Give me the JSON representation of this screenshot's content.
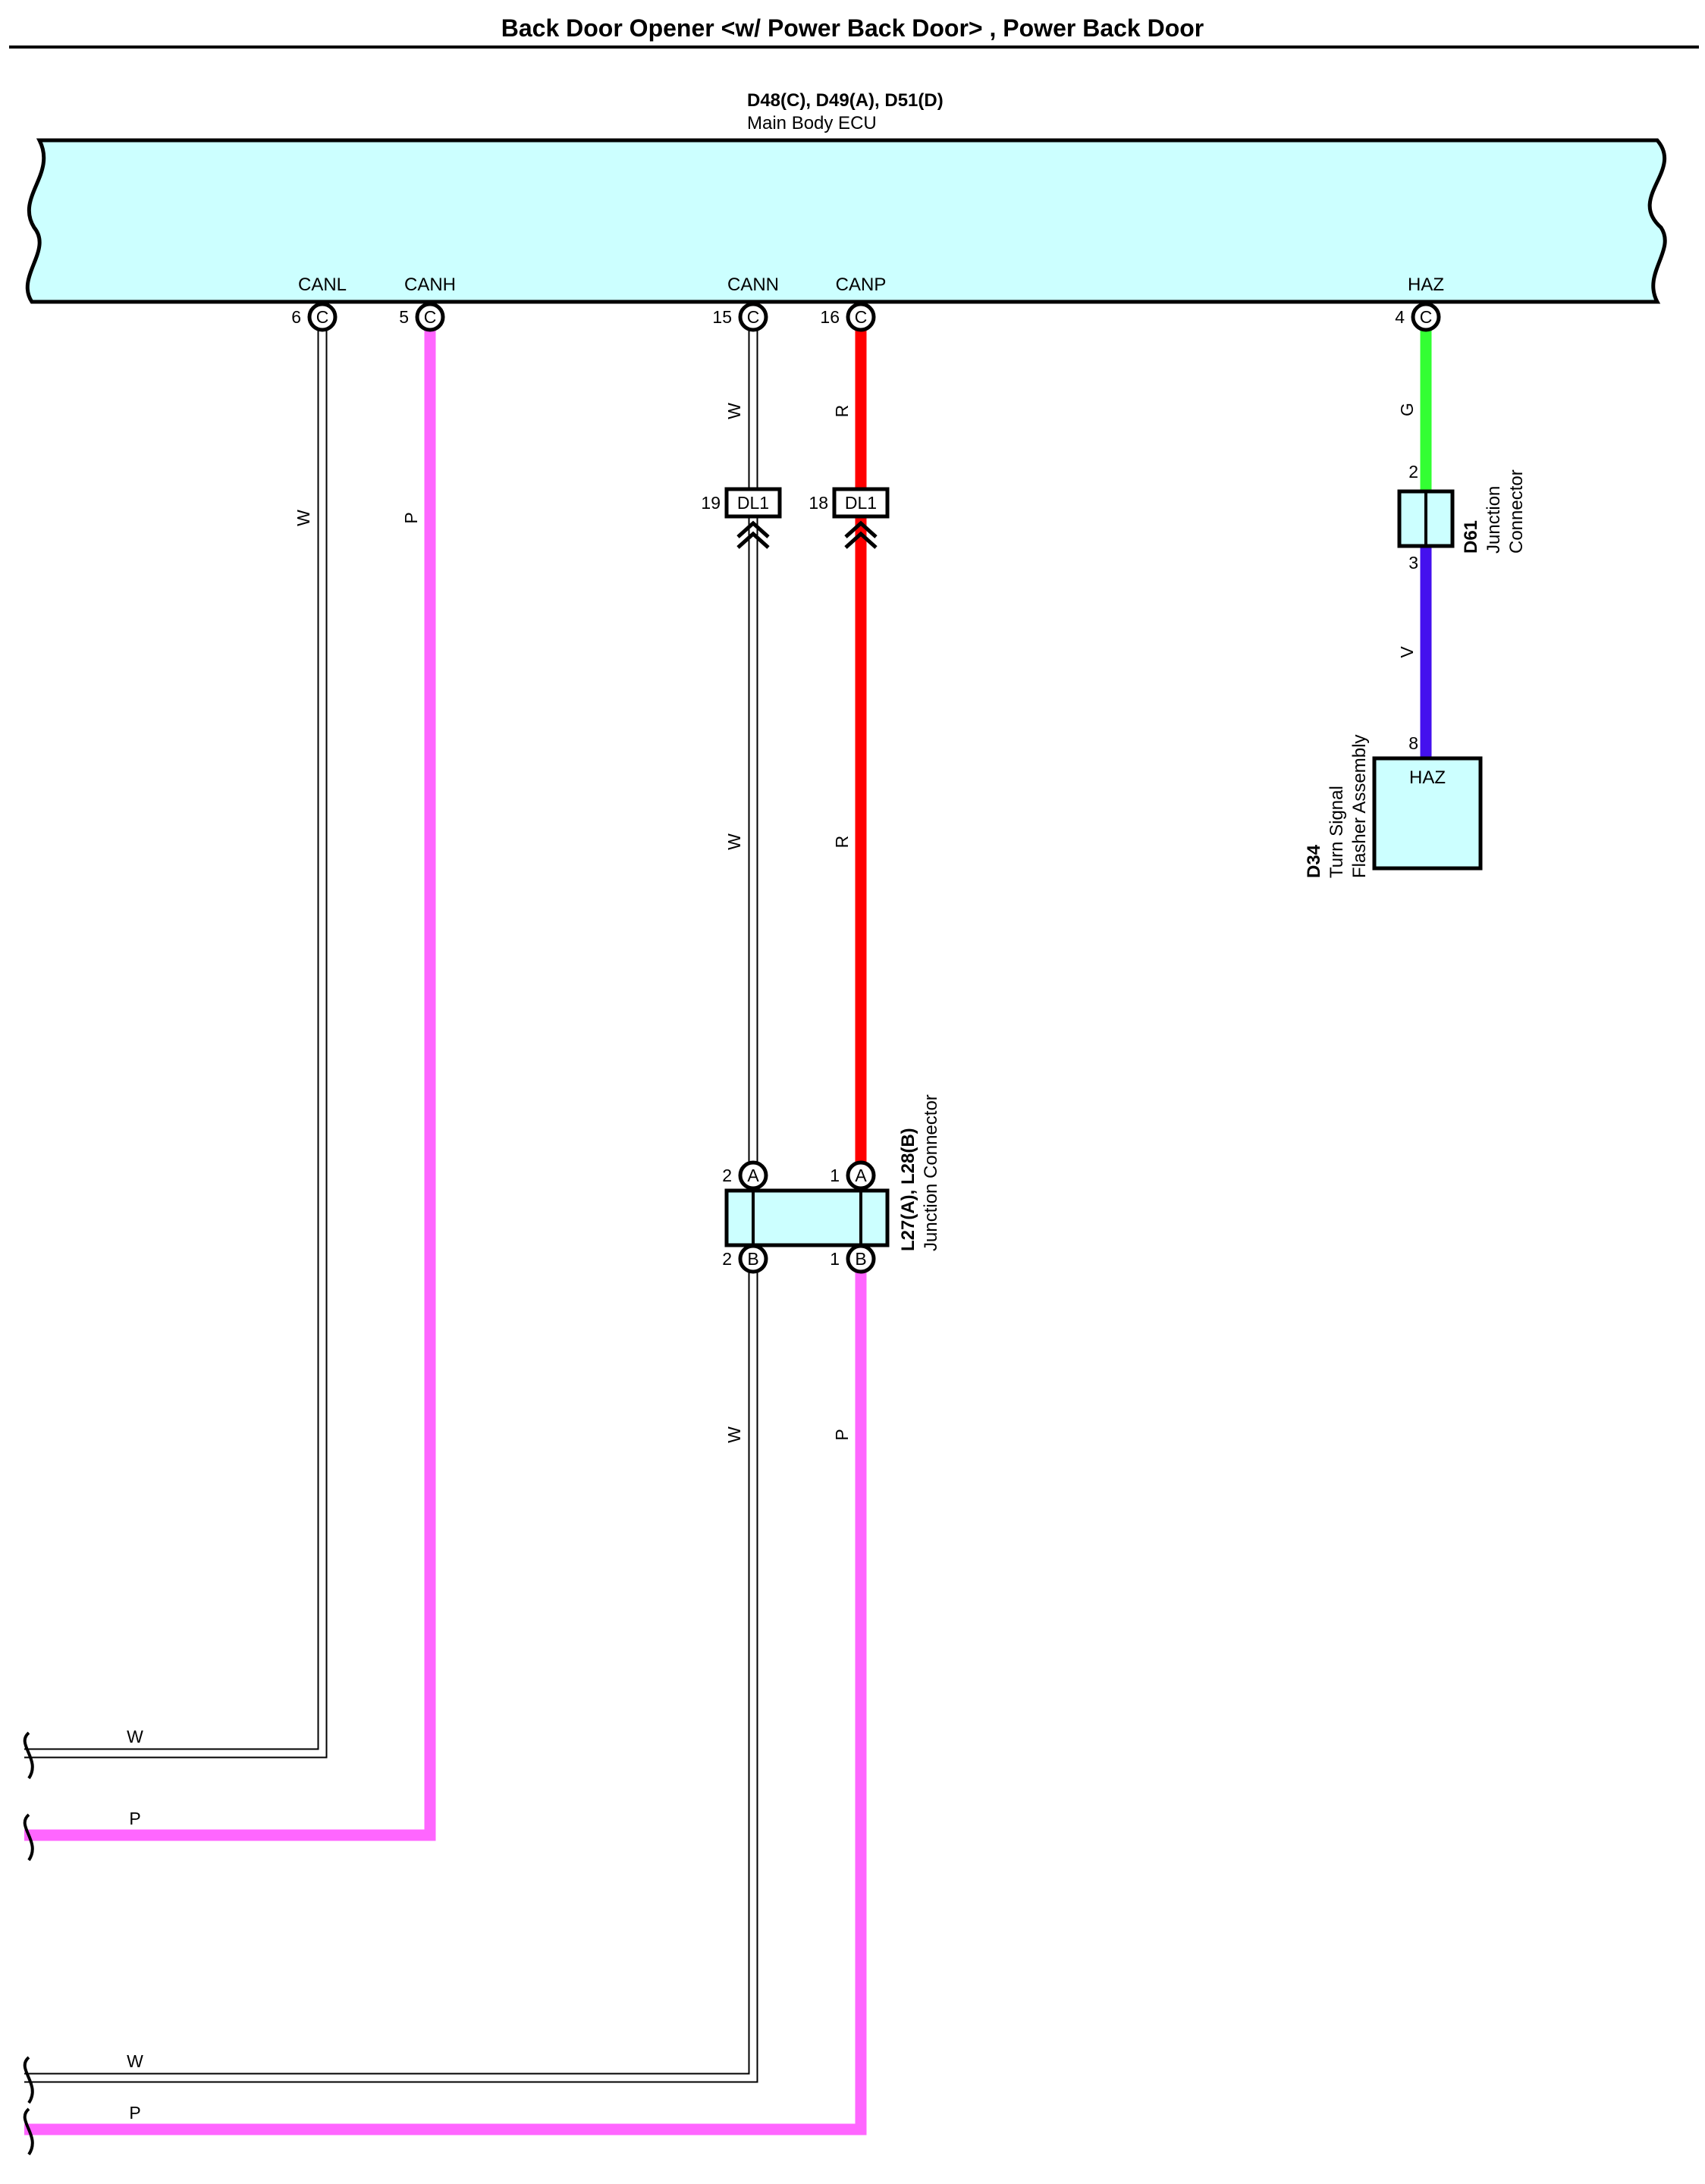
{
  "title": "Back Door Opener <w/ Power Back Door> , Power Back Door",
  "ecu": {
    "id": "D48(C), D49(A), D51(D)",
    "name": "Main Body ECU",
    "fill_color": "#ccffff"
  },
  "pins": {
    "canl": {
      "label": "CANL",
      "num": "6",
      "conn": "C"
    },
    "canh": {
      "label": "CANH",
      "num": "5",
      "conn": "C"
    },
    "cann": {
      "label": "CANN",
      "num": "15",
      "conn": "C"
    },
    "canp": {
      "label": "CANP",
      "num": "16",
      "conn": "C"
    },
    "haz": {
      "label": "HAZ",
      "num": "4",
      "conn": "C"
    }
  },
  "wire_colors": {
    "W": "#ffffff",
    "P": "#ff66ff",
    "R": "#ff0000",
    "G": "#33ff33",
    "V": "#4411ee"
  },
  "wire_labels": {
    "canl": "W",
    "canh": "P",
    "cann_top": "W",
    "canp_top": "R",
    "cann_mid": "W",
    "canp_mid": "R",
    "cann_bot": "W",
    "canp_bot": "P",
    "haz_top": "G",
    "haz_bot": "V",
    "left_w1": "W",
    "left_p1": "P",
    "left_w2": "W",
    "left_p2": "P"
  },
  "dl1": {
    "label": "DL1",
    "cann_pin": "19",
    "canp_pin": "18"
  },
  "d61": {
    "id": "D61",
    "line1": "Junction",
    "line2": "Connector",
    "pin_top": "2",
    "pin_bottom": "3"
  },
  "d34": {
    "id": "D34",
    "line1": "Turn Signal",
    "line2": "Flasher Assembly",
    "pin": "8",
    "inner_label": "HAZ"
  },
  "l27": {
    "id": "L27(A), L28(B)",
    "name": "Junction Connector",
    "top_left": {
      "num": "2",
      "conn": "A"
    },
    "top_right": {
      "num": "1",
      "conn": "A"
    },
    "bot_left": {
      "num": "2",
      "conn": "B"
    },
    "bot_right": {
      "num": "1",
      "conn": "B"
    }
  }
}
